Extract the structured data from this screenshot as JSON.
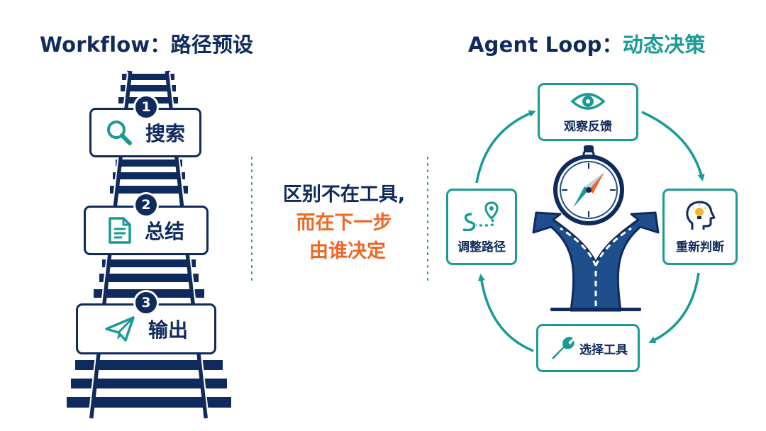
{
  "workflow": {
    "title_main": "Workflow",
    "title_sep": "：",
    "title_sub": "路径预设",
    "steps": [
      {
        "number": "1",
        "label": "搜索",
        "icon": "search-icon"
      },
      {
        "number": "2",
        "label": "总结",
        "icon": "document-icon"
      },
      {
        "number": "3",
        "label": "输出",
        "icon": "paper-plane-icon"
      }
    ]
  },
  "center": {
    "line1": "区别不在工具,",
    "line2": "而在下一步",
    "line3": "由谁决定"
  },
  "agent_loop": {
    "title_main": "Agent Loop",
    "title_sep": "：",
    "title_sub": "动态决策",
    "nodes": [
      {
        "label": "观察反馈",
        "icon": "eye-icon"
      },
      {
        "label": "重新判断",
        "icon": "head-lightbulb-icon"
      },
      {
        "label": "选择工具",
        "icon": "wrench-icon"
      },
      {
        "label": "调整路径",
        "icon": "route-pin-icon"
      }
    ],
    "center_icons": [
      "compass-icon",
      "forked-road-icon"
    ]
  },
  "colors": {
    "navy": "#0f2a5c",
    "teal": "#1a9a94",
    "orange": "#f26522"
  }
}
